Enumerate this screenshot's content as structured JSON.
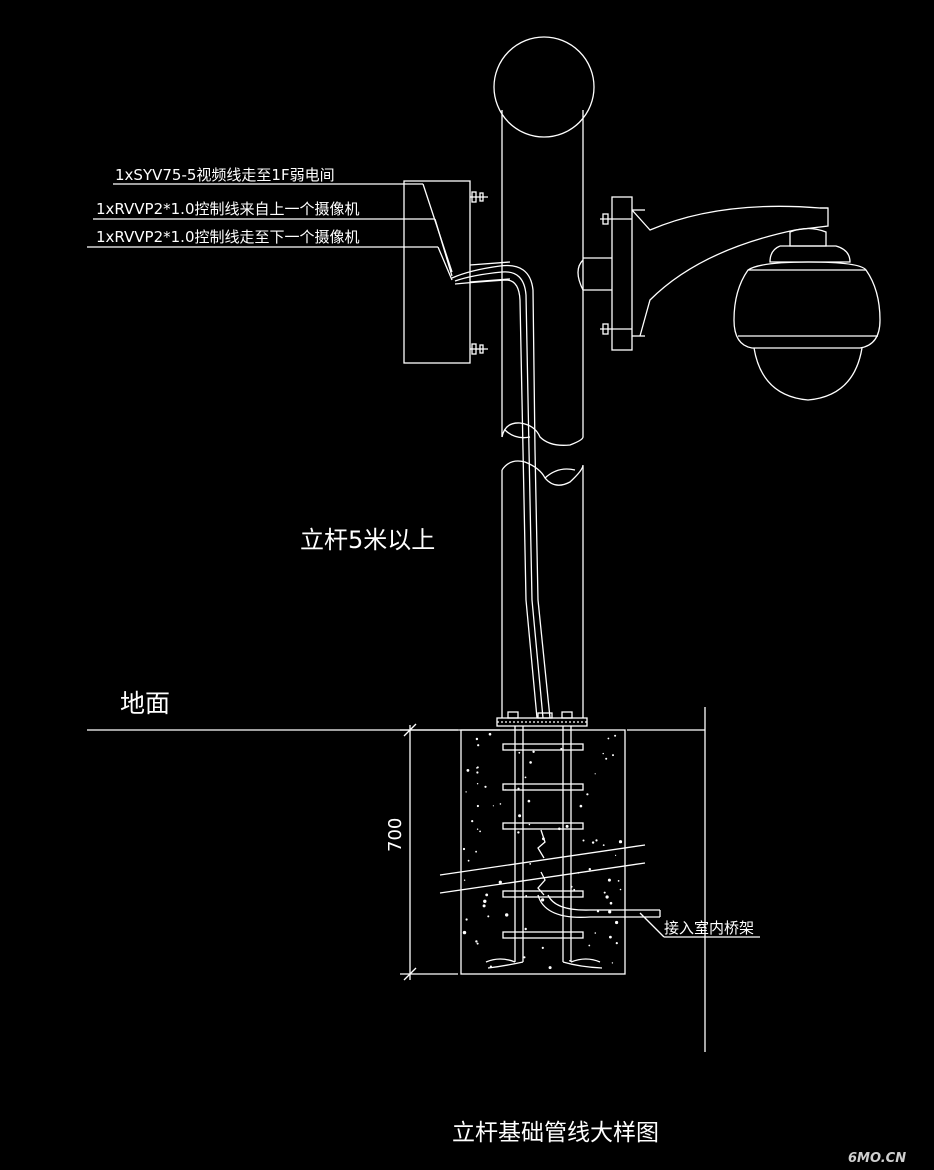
{
  "labels": {
    "cable_video": "1xSYV75-5视频线走至1F弱电间",
    "cable_control_from": "1xRVVP2*1.0控制线来自上一个摄像机",
    "cable_control_to": "1xRVVP2*1.0控制线走至下一个摄像机",
    "pole_height": "立杆5米以上",
    "ground": "地面",
    "depth": "700",
    "tray": "接入室内桥架",
    "title": "立杆基础管线大样图",
    "watermark": "6MO.CN"
  },
  "colors": {
    "background": "#000000",
    "lines": "#ffffff"
  }
}
